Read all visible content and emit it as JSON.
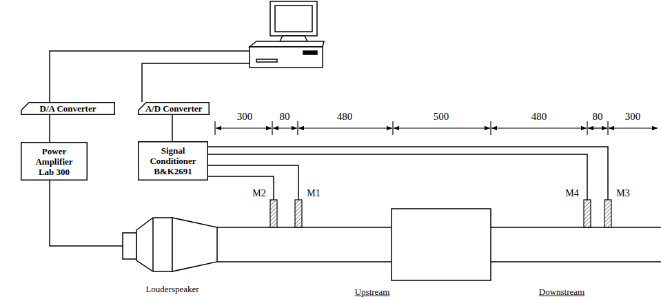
{
  "diagram": {
    "nodes": [
      {
        "text": [
          "D/A Converter"
        ]
      },
      {
        "text": [
          "A/D Converter"
        ]
      },
      {
        "text": [
          "Power Amplifier Lab 300"
        ]
      },
      {
        "text": [
          "Signal Conditioner B&K2691"
        ]
      }
    ],
    "edges": [
      {
        "from": 0,
        "to": 2,
        "arrow": "none"
      },
      {
        "from": 1,
        "to": 3,
        "arrow": "none"
      }
    ],
    "labels": [
      "300",
      "80",
      "480",
      "500",
      "480",
      "80",
      "300",
      "M2",
      "M1",
      "M4",
      "M3",
      "Louderspeaker",
      "Upstream",
      "Downstream"
    ]
  }
}
